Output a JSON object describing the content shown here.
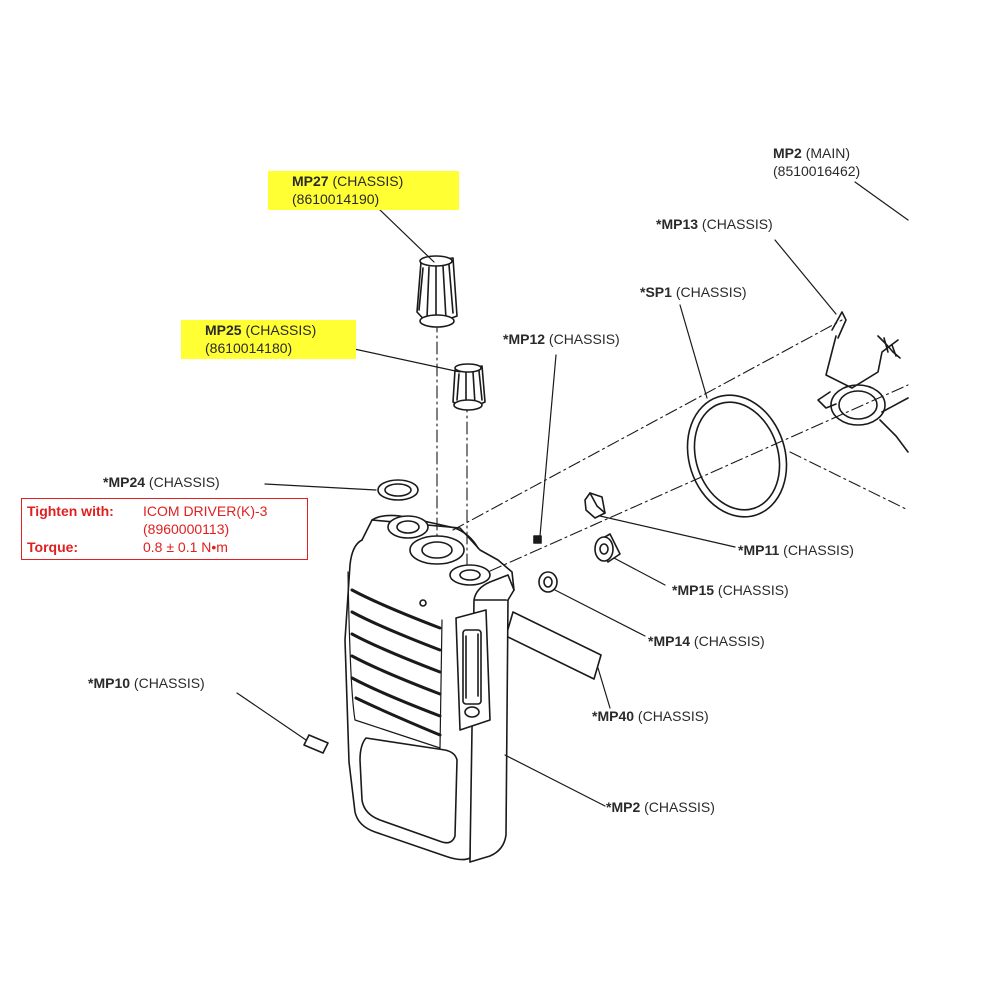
{
  "labels": {
    "mp27": {
      "star": "",
      "part": "MP27",
      "note": "(CHASSIS)",
      "code": "(8610014190)"
    },
    "mp25": {
      "star": "",
      "part": "MP25",
      "note": "(CHASSIS)",
      "code": "(8610014180)"
    },
    "mp2_main": {
      "star": "",
      "part": "MP2",
      "note": "(MAIN)",
      "code": "(8510016462)"
    },
    "mp13": {
      "star": "*",
      "part": "MP13",
      "note": "(CHASSIS)"
    },
    "sp1": {
      "star": "*",
      "part": "SP1",
      "note": "(CHASSIS)"
    },
    "mp12": {
      "star": "*",
      "part": "MP12",
      "note": "(CHASSIS)"
    },
    "mp24": {
      "star": "*",
      "part": "MP24",
      "note": "(CHASSIS)"
    },
    "mp11": {
      "star": "*",
      "part": "MP11",
      "note": "(CHASSIS)"
    },
    "mp15": {
      "star": "*",
      "part": "MP15",
      "note": "(CHASSIS)"
    },
    "mp14": {
      "star": "*",
      "part": "MP14",
      "note": "(CHASSIS)"
    },
    "mp10": {
      "star": "*",
      "part": "MP10",
      "note": "(CHASSIS)"
    },
    "mp40": {
      "star": "*",
      "part": "MP40",
      "note": "(CHASSIS)"
    },
    "mp2_chassis": {
      "star": "*",
      "part": "MP2",
      "note": "(CHASSIS)"
    }
  },
  "spec": {
    "tighten_label": "Tighten with:",
    "tool": "ICOM DRIVER(K)-3",
    "tool_code": "(8960000113)",
    "torque_label": "Torque:",
    "torque_value": "0.8 ± 0.1 N•m"
  },
  "colors": {
    "highlight": "#ffff33",
    "spec": "#e02020",
    "line": "#1a1a1a"
  }
}
